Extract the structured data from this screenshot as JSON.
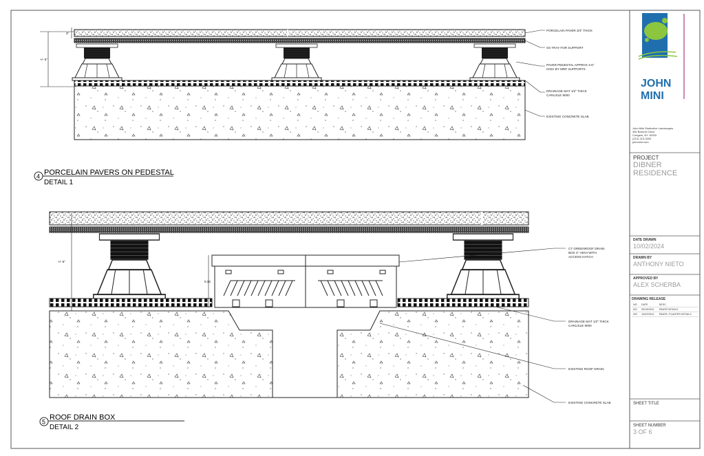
{
  "detail1": {
    "number": "4",
    "title": "PORCELAIN PAVERS ON PEDESTAL",
    "subtitle": "DETAIL 1",
    "dim_height": "+/- 6\"",
    "dim_paver": "3\"",
    "callouts": [
      "PORCELAIN PAVER 3/4\" THICK",
      "SS TRAY FOR SUPPORT",
      "PAVER PEDESTAL APPROX 4-6\"",
      "HIGH BY MRP SUPPORTS",
      "DRAINAGE MAT 1/2\" THICK",
      "CARLISLE 9000",
      "EXISTING CONCRETE SLAB"
    ]
  },
  "detail2": {
    "number": "5",
    "title": "ROOF DRAIN BOX",
    "subtitle": "DETAIL 2",
    "dim_height": "+/- 6\"",
    "dim_box": "0.33",
    "callouts": [
      "CT GREENROOF DRAIN",
      "BOX 4\" HIGH WITH",
      "ACCESS HATCH",
      "DRAINAGE MAT 1/2\" THICK",
      "CARLISLE 9000",
      "EXISTING ROOF DRAIN",
      "EXISTING CONCRETE SLAB"
    ]
  },
  "title_block": {
    "logo_text": [
      "JOHN",
      "MINI"
    ],
    "company": [
      "John Mini Distinctive Landscapes",
      "350 Brenner Drive",
      "Congers, NY 10920",
      "(212) 213-3200",
      "johnmini.com"
    ],
    "project_label": "PROJECT",
    "project_name": [
      "DIBNER",
      "RESIDENCE"
    ],
    "date_drawn_label": "DATE DRAWN",
    "date_drawn": "10/02/2024",
    "drawn_by_label": "DRAWN BY",
    "drawn_by": "ANTHONY NIETO",
    "approved_by_label": "APPROVED BY",
    "approved_by": "ALEX SCHERBA",
    "release_label": "DRAWING RELEASE",
    "release_headers": [
      "NO.",
      "DATE",
      "DESC."
    ],
    "releases": [
      {
        "no": "001",
        "date": "05/15/2024",
        "desc": "PAVER DETAILS"
      },
      {
        "no": "002",
        "date": "10/02/2024",
        "desc": "PAVER / PLANTER DETAILS"
      }
    ],
    "sheet_title_label": "SHEET TITLE",
    "sheet_number_label": "SHEET NUMBER",
    "sheet_number": "3 OF 6",
    "colors": {
      "logo_blue": "#1f6fae",
      "logo_green": "#8cc63f",
      "accent_pink": "#b0468a"
    }
  }
}
